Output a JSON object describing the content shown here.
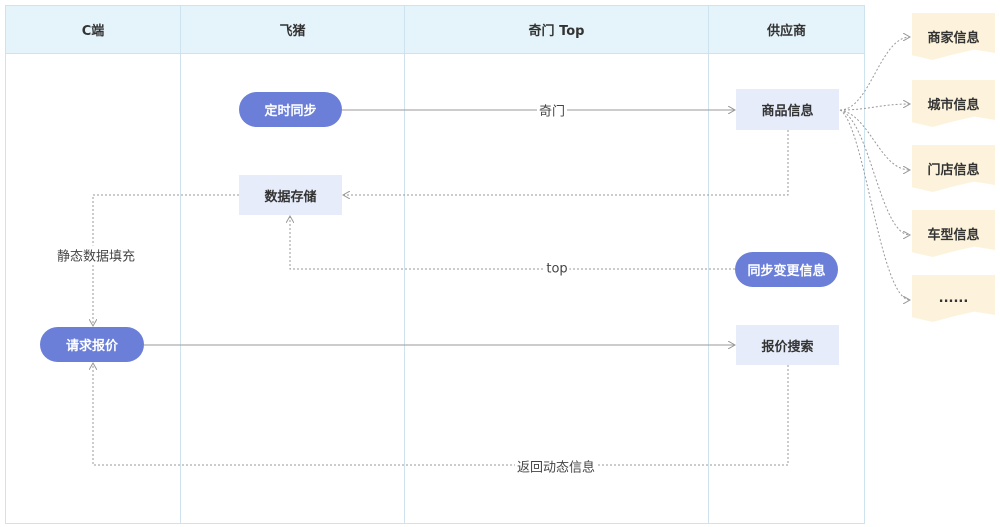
{
  "lanes": [
    "C端",
    "飞猪",
    "奇门 Top",
    "供应商"
  ],
  "nodes": {
    "timed_sync": "定时同步",
    "data_storage": "数据存储",
    "product_info": "商品信息",
    "sync_change": "同步变更信息",
    "request_quote": "请求报价",
    "quote_search": "报价搜索"
  },
  "docs": [
    "商家信息",
    "城市信息",
    "门店信息",
    "车型信息",
    "......"
  ],
  "edge_labels": {
    "qimen": "奇门",
    "static_fill": "静态数据填充",
    "top": "top",
    "return_dynamic": "返回动态信息"
  },
  "colors": {
    "pill": "#6b7fd9",
    "rect": "#e6ecfa",
    "doc": "#fdf3dc",
    "header": "#e5f4fb"
  }
}
